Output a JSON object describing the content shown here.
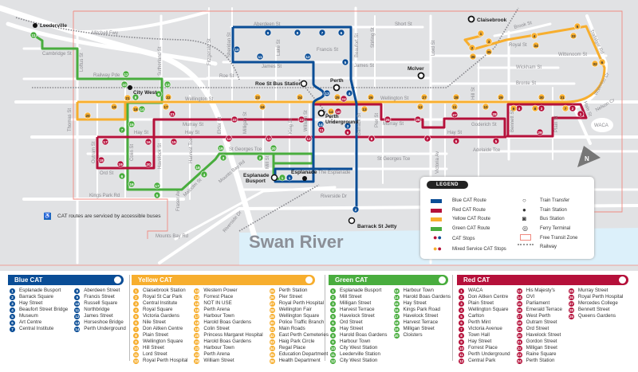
{
  "colors": {
    "blue": "#0a4d96",
    "red": "#b5103a",
    "yellow": "#f7ae2e",
    "green": "#49ad3e",
    "zone": "#f08a80",
    "water": "#dcf0fa",
    "land": "#e1e2e4"
  },
  "map": {
    "places": {
      "leederville": "Leederville",
      "citywest": "City West",
      "perth": "Perth",
      "claisebrook": "Claisebrook",
      "mciver": "McIver",
      "roebus": "Roe St Bus Station",
      "underground": "Perth",
      "underground2": "Underground",
      "esplanade": "Esplanade",
      "busport": "Esplanade",
      "busport2": "Busport",
      "jetty": "Barrack St Jetty",
      "waca": "WACA",
      "river": "Swan River"
    },
    "streets": {
      "mitchell": "Mitchell Fwy",
      "cambridge": "Cambridge St",
      "loftus": "Loftus St",
      "railway": "Railway Pde",
      "sutherland": "Sutherland St",
      "fitzgerald": "Fitzgerald St",
      "aberdeen": "Aberdeen St",
      "sheridan": "Sheridan St",
      "lake": "Lake St",
      "francis": "Francis St",
      "beaufort": "Beaufort St",
      "stirling": "Stirling St",
      "short": "Short St",
      "james": "James St",
      "james2": "James St",
      "roe": "Roe St",
      "wellington": "Wellington St",
      "wellington2": "Wellington St",
      "murray": "Murray St",
      "murray2": "Murray St",
      "hay": "Hay St",
      "hay2": "Hay St",
      "hay3": "Hay St",
      "stgeorges": "St Georges Tce",
      "stgeorges2": "St Georges Tce",
      "theesplanade": "The Esplanade",
      "riverside": "Riverside Dr",
      "riverside2": "Riverside Dr",
      "kingspark": "Kings Park Rd",
      "mountsbay": "Mounts Bay Rd",
      "mountsbay2": "Mounts Bay Rd",
      "thomas": "Thomas St",
      "outram": "Outram St",
      "colin": "Colin St",
      "havelock": "Havelock St",
      "harvest": "Harvest Tce",
      "malcolm": "Malcolm St",
      "ord": "Ord St",
      "lord": "Lord St",
      "hill": "Hill St",
      "royal": "Royal St",
      "brook": "Brook St",
      "wittenoom": "Wittenoom St",
      "wickham": "Wickham St",
      "bronte": "Bronte St",
      "trafalgar": "Trafalgar Rd",
      "waterloo": "Waterloo Cr",
      "goderich": "Goderich St",
      "adelaide": "Adelaide Tce",
      "victoria": "Victoria Av",
      "bennett": "Bennett St",
      "plain": "Plain St",
      "nelson": "Nelson Cr",
      "hale": "Hale St",
      "fraser": "Fraser Av",
      "pier": "Pier St",
      "barrack": "Barrack St",
      "william": "William St",
      "king": "King St",
      "milligan": "Milligan St",
      "elder": "Elder St",
      "mill": "Mill St"
    },
    "stops": {
      "blue": [
        "9",
        "8",
        "7",
        "6",
        "10",
        "11",
        "12",
        "5",
        "13",
        "4",
        "14",
        "3",
        "2",
        "1"
      ],
      "red": [
        "24",
        "10",
        "11",
        "9",
        "22",
        "23",
        "21",
        "16",
        "15",
        "17",
        "18",
        "19",
        "20",
        "14",
        "13",
        "12",
        "8",
        "7",
        "6",
        "5",
        "25",
        "26",
        "27",
        "28",
        "29",
        "4",
        "3",
        "2",
        "1"
      ],
      "yellow": [
        "20",
        "19",
        "21",
        "18",
        "17",
        "22",
        "16",
        "23",
        "24",
        "25",
        "26",
        "13",
        "14",
        "12",
        "27",
        "28",
        "11",
        "29",
        "10",
        "30",
        "31",
        "9",
        "8",
        "7",
        "32",
        "6",
        "5",
        "33",
        "4",
        "34",
        "3",
        "2",
        "36",
        "35",
        "1"
      ],
      "green": [
        "11",
        "12",
        "10",
        "13",
        "9",
        "8",
        "14",
        "15",
        "7",
        "6",
        "16",
        "17",
        "5",
        "18",
        "4",
        "3",
        "19",
        "2",
        "20",
        "1"
      ]
    },
    "north": "N"
  },
  "accessible_note": "CAT routes are serviced by accessible buses",
  "legend": {
    "title": "LEGEND",
    "items": [
      "Blue CAT Route",
      "Red CAT Route",
      "Yellow CAT Route",
      "Green CAT Route",
      "CAT Stops",
      "Mixed Service CAT Stops",
      "Train Transfer",
      "Train Station",
      "Bus Station",
      "Ferry Terminal",
      "Free Transit Zone",
      "Railway"
    ]
  },
  "panels": [
    {
      "title": "Blue CAT",
      "color": "#0a4d96",
      "stops": [
        "Esplanade Busport",
        "Barrack Square",
        "Hay Street",
        "Beaufort Street Bridge",
        "Museum",
        "Art Centre",
        "Central Institute",
        "Aberdeen Street",
        "Francis Street",
        "Russell Square",
        "Northbridge",
        "James Street",
        "Horseshoe Bridge",
        "Perth Underground"
      ]
    },
    {
      "title": "Yellow CAT",
      "color": "#f7ae2e",
      "stops": [
        "Claisebrook Station",
        "Royal St Car Park",
        "Central Institute",
        "Royal Square",
        "Victoria Gardens",
        "Nile Street",
        "Don Aitken Centre",
        "Plain Street",
        "Wellington Square",
        "Hill Street",
        "Lord Street",
        "Royal Perth Hospital",
        "Western Power",
        "Forrest Place",
        "NOT IN USE",
        "Perth Arena",
        "Harbour Town",
        "Harold Boas Gardens",
        "Colin Street",
        "Princess Margaret Hospital",
        "Harold Boas Gardens",
        "Harbour Town",
        "Perth Arena",
        "William Street",
        "Perth Station",
        "Pier Street",
        "Royal Perth Hospital",
        "Wellington Fair",
        "Wellington Square",
        "Police Traffic Branch",
        "Main Roads",
        "East Perth Cemeteries",
        "Haig Park Circle",
        "Regal Place",
        "Education Department",
        "Health Department"
      ]
    },
    {
      "title": "Green CAT",
      "color": "#49ad3e",
      "stops": [
        "Esplanade Busport",
        "Mill Street",
        "Milligan Street",
        "Harvest Terrace",
        "Havelock Street",
        "Ord Street",
        "Hay Street",
        "Harold Boas Gardens",
        "Harbour Town",
        "City West Station",
        "Leederville Station",
        "City West Station",
        "Harbour Town",
        "Harold Boas Gardens",
        "Hay Street",
        "Kings Park Road",
        "Havelock Street",
        "Harvest Terrace",
        "Milligan Street",
        "Cloisters"
      ]
    },
    {
      "title": "Red CAT",
      "color": "#b5103a",
      "stops": [
        "WACA",
        "Don Aitken Centre",
        "Plain Street",
        "Wellington Square",
        "Carlton",
        "Perth Mint",
        "Victoria Avenue",
        "Town Hall",
        "Hay Street",
        "Forrest Place",
        "Perth Underground",
        "Central Park",
        "His Majesty's",
        "OVI",
        "Parliament",
        "Emerald Terrace",
        "West Perth",
        "Outram Street",
        "Ord Street",
        "Havelock Street",
        "Gordon Street",
        "Milligan Street",
        "Raine Square",
        "Perth Station",
        "Murray Street",
        "Royal Perth Hospital",
        "Mercedes College",
        "Bennett Street",
        "Queens Gardens"
      ]
    }
  ]
}
